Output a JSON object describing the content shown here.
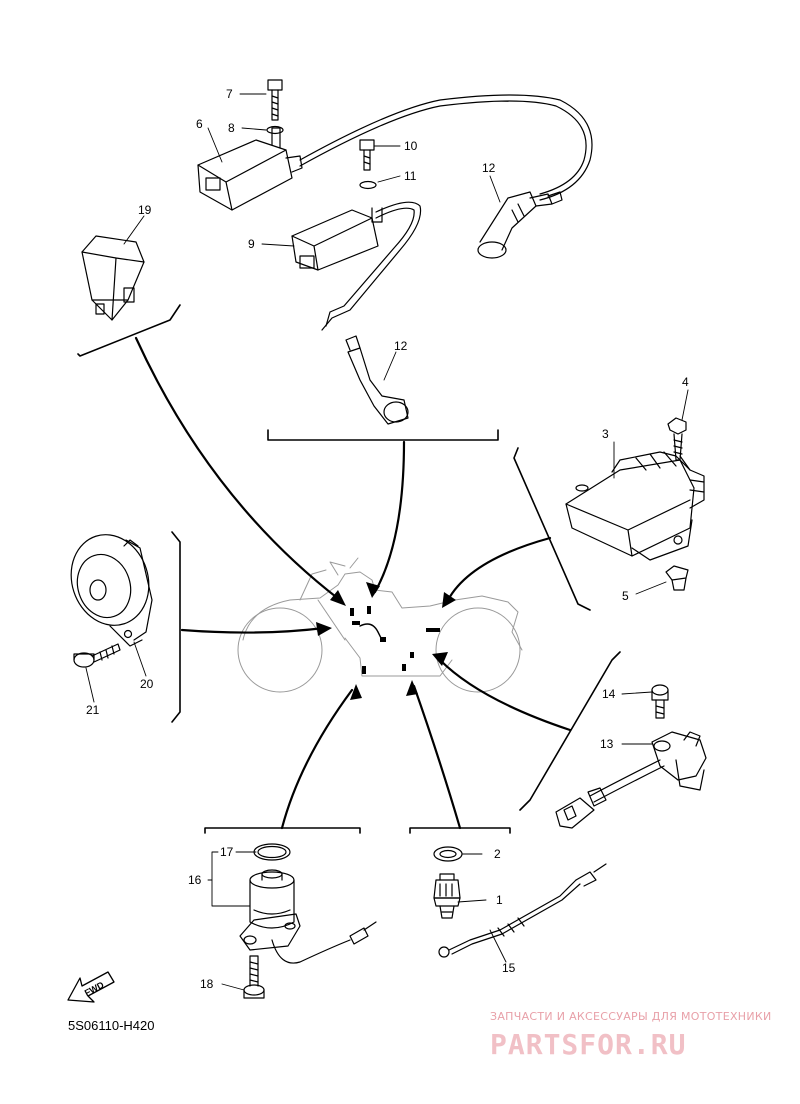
{
  "diagram": {
    "code": "5S06110-H420",
    "fwd_label": "FWD",
    "callouts": {
      "c1": "1",
      "c2": "2",
      "c3": "3",
      "c4": "4",
      "c5": "5",
      "c6": "6",
      "c7": "7",
      "c8": "8",
      "c9": "9",
      "c10": "10",
      "c11": "11",
      "c12a": "12",
      "c12b": "12",
      "c13": "13",
      "c14": "14",
      "c15": "15",
      "c16": "16",
      "c17": "17",
      "c18": "18",
      "c19": "19",
      "c20": "20",
      "c21": "21"
    }
  },
  "watermark": {
    "tagline": "ЗАПЧАСТИ И АКСЕССУАРЫ ДЛЯ МОТОТЕХНИКИ",
    "brand": "PARTSFOR.RU"
  }
}
